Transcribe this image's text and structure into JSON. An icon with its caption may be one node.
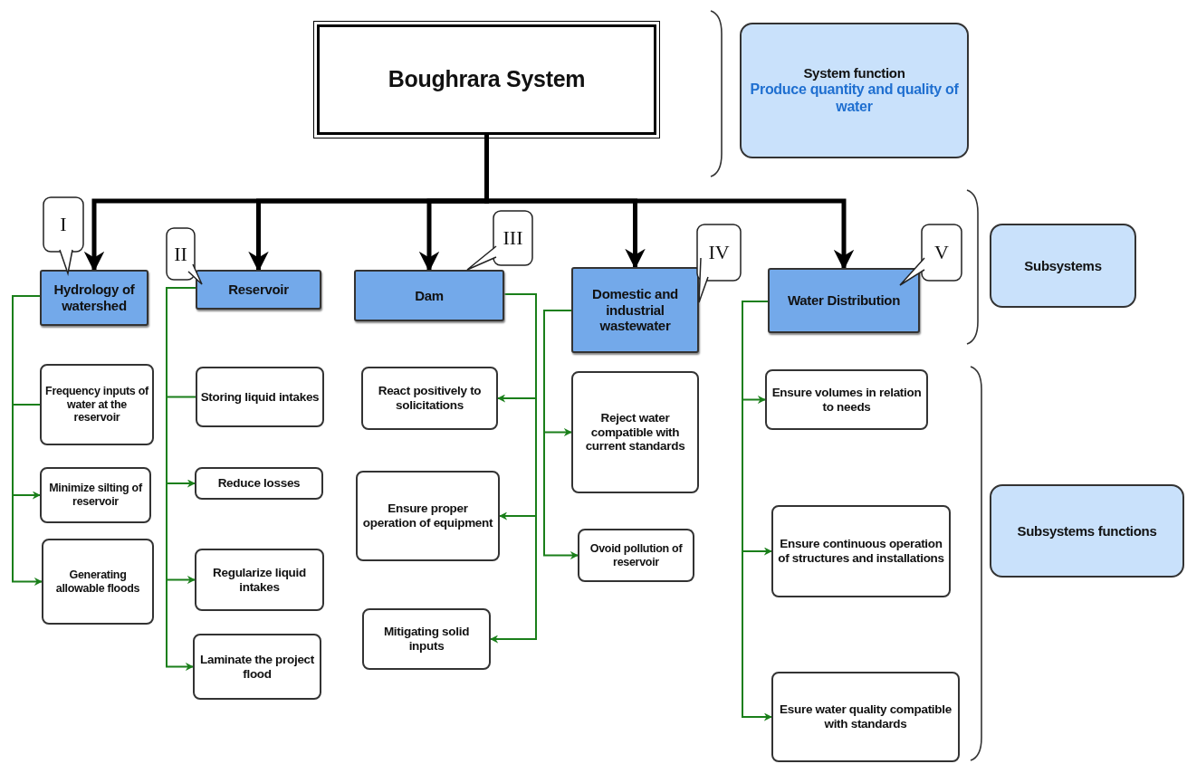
{
  "diagram": {
    "nodes": [
      {
        "text": [
          "Boughrara System"
        ]
      },
      {
        "text": [
          "System function",
          "Produce quantity and quality of water"
        ]
      },
      {
        "text": [
          "Subsystems"
        ]
      },
      {
        "text": [
          "Subsystems functions"
        ]
      },
      {
        "text": [
          "Hydrology of watershed"
        ]
      },
      {
        "text": [
          "Reservoir"
        ]
      },
      {
        "text": [
          "Dam"
        ]
      },
      {
        "text": [
          "Domestic and industrial wastewater"
        ]
      },
      {
        "text": [
          "Water Distribution"
        ]
      },
      {
        "text": [
          "I"
        ]
      },
      {
        "text": [
          "II"
        ]
      },
      {
        "text": [
          "III"
        ]
      },
      {
        "text": [
          "IV"
        ]
      },
      {
        "text": [
          "V"
        ]
      },
      {
        "text": [
          "Frequency inputs of water at the reservoir"
        ]
      },
      {
        "text": [
          "Minimize silting of reservoir"
        ]
      },
      {
        "text": [
          "Generating allowable floods"
        ]
      },
      {
        "text": [
          "Storing liquid intakes"
        ]
      },
      {
        "text": [
          "Reduce losses"
        ]
      },
      {
        "text": [
          "Regularize liquid intakes"
        ]
      },
      {
        "text": [
          "Laminate the project flood"
        ]
      },
      {
        "text": [
          "React positively to solicitations"
        ]
      },
      {
        "text": [
          "Ensure proper operation of equipment"
        ]
      },
      {
        "text": [
          "Mitigating solid inputs"
        ]
      },
      {
        "text": [
          "Reject water compatible with current standards"
        ]
      },
      {
        "text": [
          "Ovoid pollution of reservoir"
        ]
      },
      {
        "text": [
          "Ensure volumes in relation to needs"
        ]
      },
      {
        "text": [
          "Ensure continuous operation of structures and installations"
        ]
      },
      {
        "text": [
          "Esure water quality compatible with standards"
        ]
      }
    ],
    "edges": [
      {
        "from": 0,
        "to": 4,
        "arrow": "to",
        "style": "thick",
        "color": "#000000"
      },
      {
        "from": 0,
        "to": 5,
        "arrow": "to",
        "style": "thick",
        "color": "#000000"
      },
      {
        "from": 0,
        "to": 6,
        "arrow": "to",
        "style": "thick",
        "color": "#000000"
      },
      {
        "from": 0,
        "to": 7,
        "arrow": "to",
        "style": "thick",
        "color": "#000000"
      },
      {
        "from": 0,
        "to": 8,
        "arrow": "to",
        "style": "thick",
        "color": "#000000"
      },
      {
        "from": 4,
        "to": 14,
        "arrow": "none"
      },
      {
        "from": 4,
        "to": 15,
        "arrow": "to"
      },
      {
        "from": 4,
        "to": 16,
        "arrow": "to"
      },
      {
        "from": 5,
        "to": 17,
        "arrow": "none"
      },
      {
        "from": 5,
        "to": 18,
        "arrow": "to"
      },
      {
        "from": 5,
        "to": 19,
        "arrow": "to"
      },
      {
        "from": 5,
        "to": 20,
        "arrow": "to"
      },
      {
        "from": 6,
        "to": 21,
        "arrow": "to"
      },
      {
        "from": 6,
        "to": 22,
        "arrow": "to"
      },
      {
        "from": 6,
        "to": 23,
        "arrow": "to"
      },
      {
        "from": 7,
        "to": 24,
        "arrow": "to"
      },
      {
        "from": 7,
        "to": 25,
        "arrow": "to"
      },
      {
        "from": 8,
        "to": 26,
        "arrow": "to"
      },
      {
        "from": 8,
        "to": 27,
        "arrow": "to"
      },
      {
        "from": 8,
        "to": 28,
        "arrow": "to"
      }
    ]
  }
}
